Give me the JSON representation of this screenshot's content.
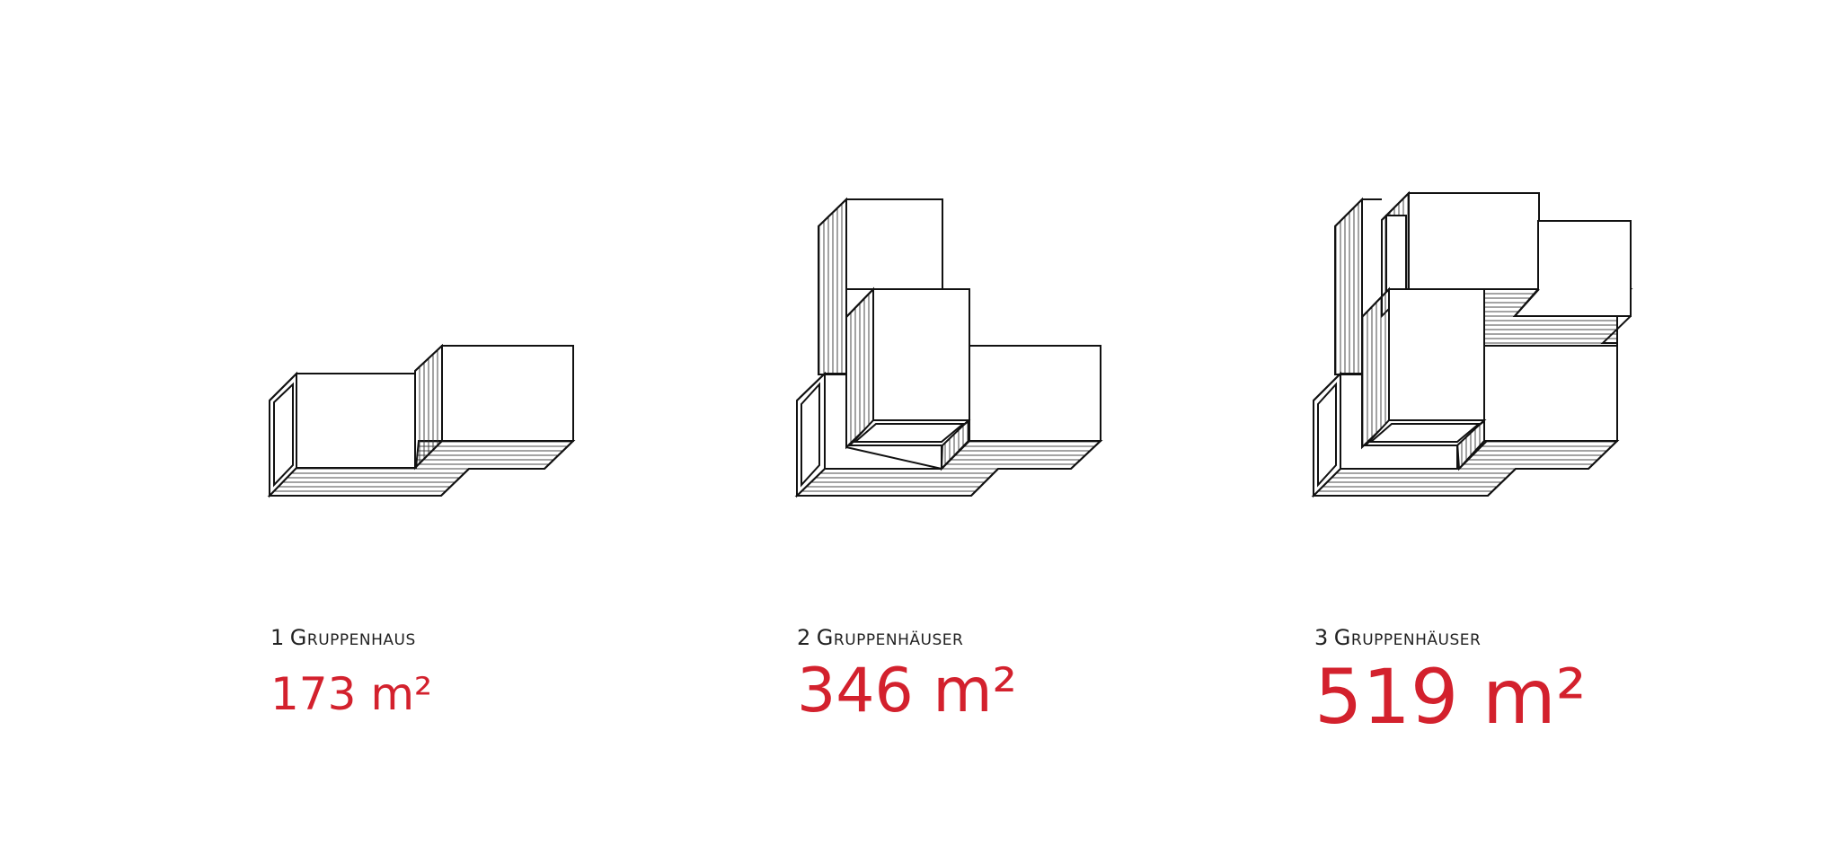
{
  "accent_color": "#d3212d",
  "line_color": "#111111",
  "variants": [
    {
      "count": "1",
      "label": "Gruppenhaus",
      "area": "173 m²",
      "icon": "isometric-building-1-unit"
    },
    {
      "count": "2",
      "label": "Gruppenhäuser",
      "area": "346 m²",
      "icon": "isometric-building-2-units"
    },
    {
      "count": "3",
      "label": "Gruppenhäuser",
      "area": "519 m²",
      "icon": "isometric-building-3-units"
    }
  ]
}
